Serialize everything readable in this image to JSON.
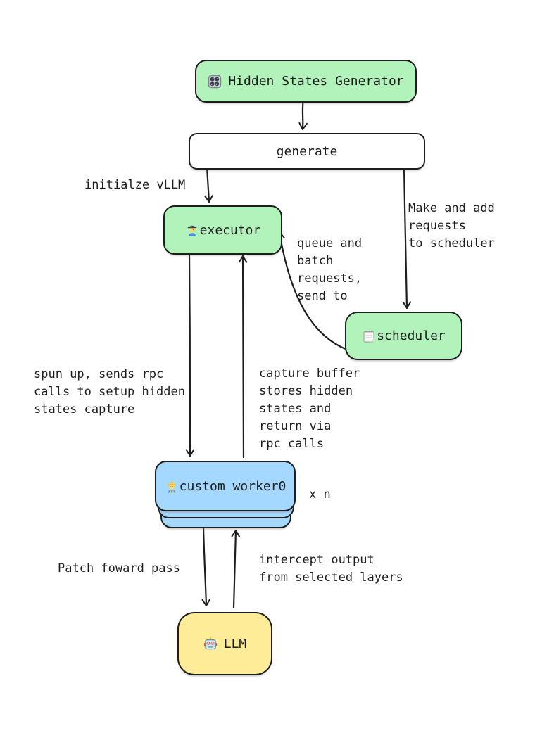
{
  "colors": {
    "stroke": "#1e1e1e",
    "node_green": "#b2f2bb",
    "node_blue": "#a5d8ff",
    "node_yellow": "#ffec99",
    "node_white": "#ffffff",
    "background": "#ffffff"
  },
  "nodes": {
    "generator": {
      "label": "Hidden States Generator",
      "icon": "control-knobs-icon",
      "icon_glyph": "🎛️"
    },
    "generate": {
      "label": "generate"
    },
    "executor": {
      "label": "executor",
      "icon": "man-factory-worker-icon",
      "icon_glyph": "👨‍🏭"
    },
    "scheduler": {
      "label": "scheduler",
      "icon": "spiral-notepad-icon",
      "icon_glyph": "🗒️"
    },
    "worker": {
      "label": "custom worker0",
      "icon": "construction-worker-icon",
      "icon_glyph": "👷",
      "multiplier": "x n"
    },
    "llm": {
      "label": "LLM",
      "icon": "robot-icon",
      "icon_glyph": "🤖"
    }
  },
  "edge_labels": {
    "initialize_vllm": "initialze vLLM",
    "make_add_requests": "Make and add\nrequests\nto scheduler",
    "queue_batch": "queue and\nbatch\nrequests,\nsend to",
    "spun_up_rpc": "spun up, sends rpc\ncalls to setup hidden\nstates capture",
    "capture_buffer": "capture buffer\nstores hidden\nstates and\nreturn via\nrpc calls",
    "patch_forward": "Patch foward pass",
    "intercept_output": "intercept output\nfrom selected layers"
  }
}
